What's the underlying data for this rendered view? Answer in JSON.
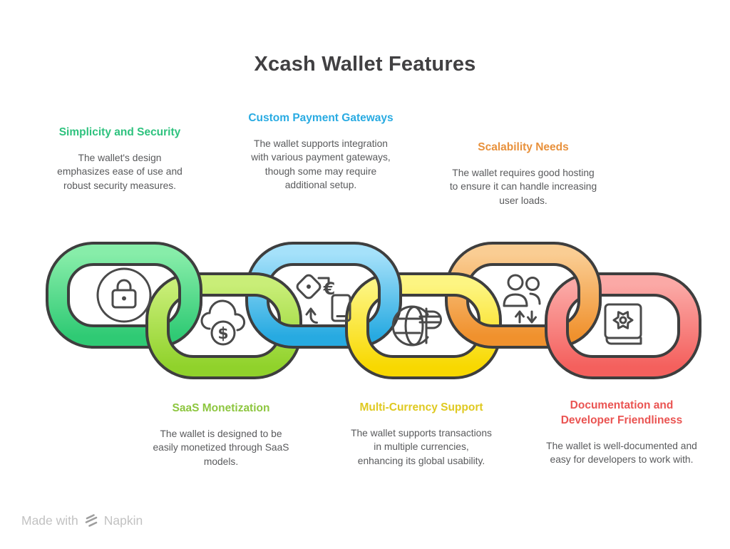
{
  "title": "Xcash Wallet Features",
  "features": [
    {
      "name": "simplicity-and-security",
      "title": "Simplicity and Security",
      "description": "The wallet's design emphasizes ease of use and robust security measures.",
      "accent_color": "#2EC27E",
      "link_gradient": [
        "#87EDA9",
        "#2FCA74"
      ],
      "icon": "lock-icon",
      "label_position": "top"
    },
    {
      "name": "saas-monetization",
      "title": "SaaS Monetization",
      "description": "The wallet is designed to be easily monetized through SaaS models.",
      "accent_color": "#8DC63F",
      "link_gradient": [
        "#C9EE78",
        "#90D22B"
      ],
      "icon": "cloud-dollar-icon",
      "label_position": "bottom"
    },
    {
      "name": "custom-payment-gateways",
      "title": "Custom Payment Gateways",
      "description": "The wallet supports integration with various payment gateways, though some may require additional setup.",
      "accent_color": "#29ABE2",
      "link_gradient": [
        "#A5E1FA",
        "#27AAE1"
      ],
      "icon": "payment-exchange-icon",
      "label_position": "top"
    },
    {
      "name": "multi-currency-support",
      "title": "Multi-Currency Support",
      "description": "The wallet supports transactions in multiple currencies, enhancing its global usability.",
      "accent_color": "#DFC920",
      "link_gradient": [
        "#FDF582",
        "#F8D800"
      ],
      "icon": "globe-currency-icon",
      "label_position": "bottom"
    },
    {
      "name": "scalability-needs",
      "title": "Scalability Needs",
      "description": "The wallet requires good hosting to ensure it can handle increasing user loads.",
      "accent_color": "#E8913C",
      "link_gradient": [
        "#FACD93",
        "#F0912D"
      ],
      "icon": "users-scale-icon",
      "label_position": "top"
    },
    {
      "name": "documentation-and-developer-friendliness",
      "title": "Documentation and Developer Friendliness",
      "description": "The wallet is well-documented and easy for developers to work with.",
      "accent_color": "#EA5452",
      "link_gradient": [
        "#FBA9A6",
        "#F4605D"
      ],
      "icon": "book-gear-icon",
      "label_position": "bottom"
    }
  ],
  "style": {
    "link_outline_color": "#3E3E3E",
    "icon_stroke_color": "#4A4A4A",
    "title_color": "#414042",
    "body_text_color": "#595A5C"
  },
  "footer": {
    "made_with": "Made with",
    "brand": "Napkin"
  }
}
